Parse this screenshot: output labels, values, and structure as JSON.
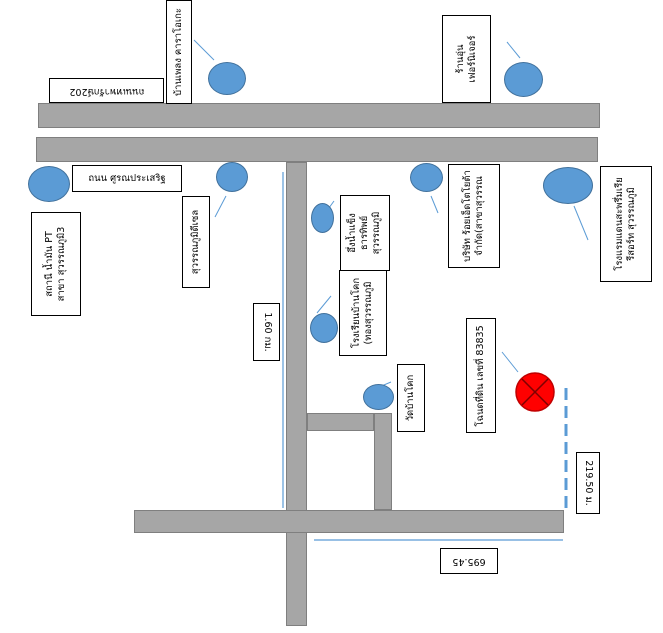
{
  "labels": {
    "ban_phleng": "บ้านเพลง คาราโอเกะ",
    "ban_oun": [
      "ร้านอุ่น",
      "เฟอร์นิเจอร์"
    ],
    "road_name_top": "ถนนเทพารักษ์202",
    "road_name_main": "ถนน ศูรณประเสริฐ",
    "pt_station": [
      "สถานี น้ำมัน PT",
      "สาขา สุวรรณภูมิ3"
    ],
    "suvarnabhumi_diesel": "สุวรรณภูมิดีเซล",
    "nong_namkaeng": [
      "อึ่งน้ำแข็ง",
      "ธารทิพย์",
      "สุวรรณภูมิ"
    ],
    "company": [
      "บริษัท ร้อยเอ็ดโตโยต้า",
      "จำกัด(สาขาสุวรรณ"
    ],
    "hotel": [
      "โรงแรมแดนสะพรึ่มเรีย",
      "รีสอร์ท สุวรรณภูมิ"
    ],
    "school": [
      "โรงเรียนบ้านโคก",
      "(ทองสุวรรณภูมิ"
    ],
    "temple": "วัดบ้านโคก",
    "plot": [
      "โฉนดที่ดิน เลขที่ 83835"
    ],
    "dist_160": "1.60 กม.",
    "dist_219": "219.50 ม.",
    "dist_695": "695.45"
  },
  "colors": {
    "road_fill": "#a6a6a6",
    "marker_fill": "#5b9bd5",
    "marker_stroke": "#41719c",
    "target_fill": "#ff0000",
    "guide_line": "#5b9bd5"
  },
  "icons": {
    "target": "red-cross-circle-icon",
    "place": "blue-circle-marker-icon"
  }
}
